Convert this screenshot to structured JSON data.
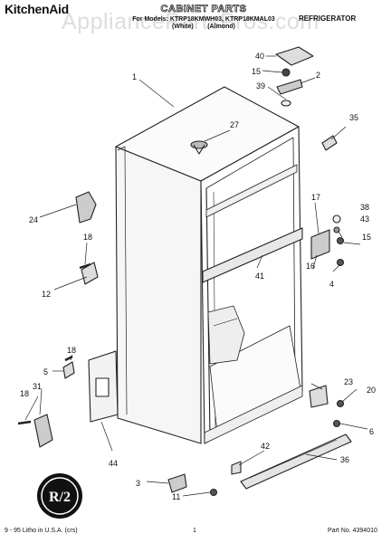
{
  "header": {
    "brand": "KitchenAid",
    "title": "CABINET PARTS",
    "subtitle_line1": "For Models: KTRP18KMWH03, KTRP18KMAL03",
    "subtitle_line2": "(White)        (Almond)",
    "appliance_type": "REFRIGERATOR",
    "watermark": "AppliancePartsPros.com"
  },
  "footer": {
    "printed": "9 - 95 Litho in U.S.A. (crs)",
    "page_number": "1",
    "part_number": "Part No. 4394010"
  },
  "logo": {
    "text": "R/2"
  },
  "callouts": [
    "40",
    "15",
    "2",
    "39",
    "1",
    "35",
    "27",
    "24",
    "17",
    "38",
    "43",
    "18",
    "15",
    "41",
    "16",
    "4",
    "12",
    "18",
    "5",
    "23",
    "20",
    "18",
    "31",
    "6",
    "44",
    "42",
    "36",
    "3",
    "11"
  ]
}
